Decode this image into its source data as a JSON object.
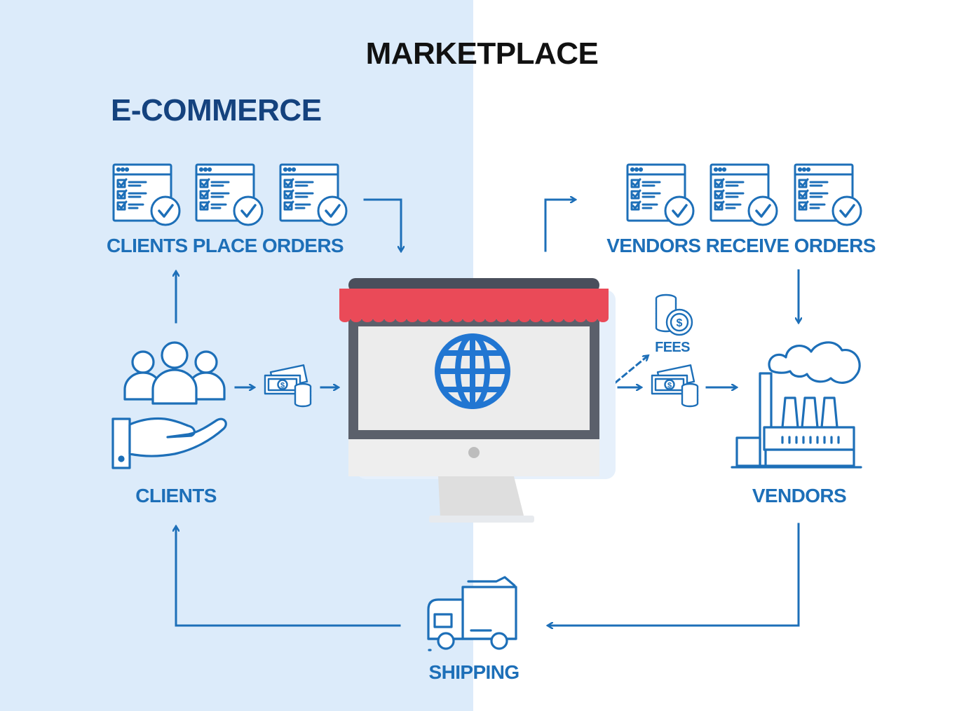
{
  "titles": {
    "marketplace": "MARKETPLACE",
    "ecommerce": "E-COMMERCE"
  },
  "labels": {
    "clients_place_orders": "CLIENTS PLACE ORDERS",
    "vendors_receive_orders": "VENDORS RECEIVE ORDERS",
    "clients": "CLIENTS",
    "vendors": "VENDORS",
    "fees": "FEES",
    "shipping": "SHIPPING"
  },
  "icons": {
    "order": "order-checklist-icon",
    "clients": "people-on-hand-icon",
    "payment": "cash-and-coins-icon",
    "fees": "coin-stack-dollar-icon",
    "marketplace": "storefront-monitor-globe-icon",
    "vendors": "factory-icon",
    "shipping": "delivery-truck-icon"
  },
  "colors": {
    "ecommerce_background": "#dcebfa",
    "marketplace_background": "#ffffff",
    "icon_blue": "#1d6fb8",
    "ecommerce_title": "#14427e",
    "marketplace_title": "#111111",
    "awning_red": "#ea4a58",
    "globe_blue": "#2176d2"
  }
}
